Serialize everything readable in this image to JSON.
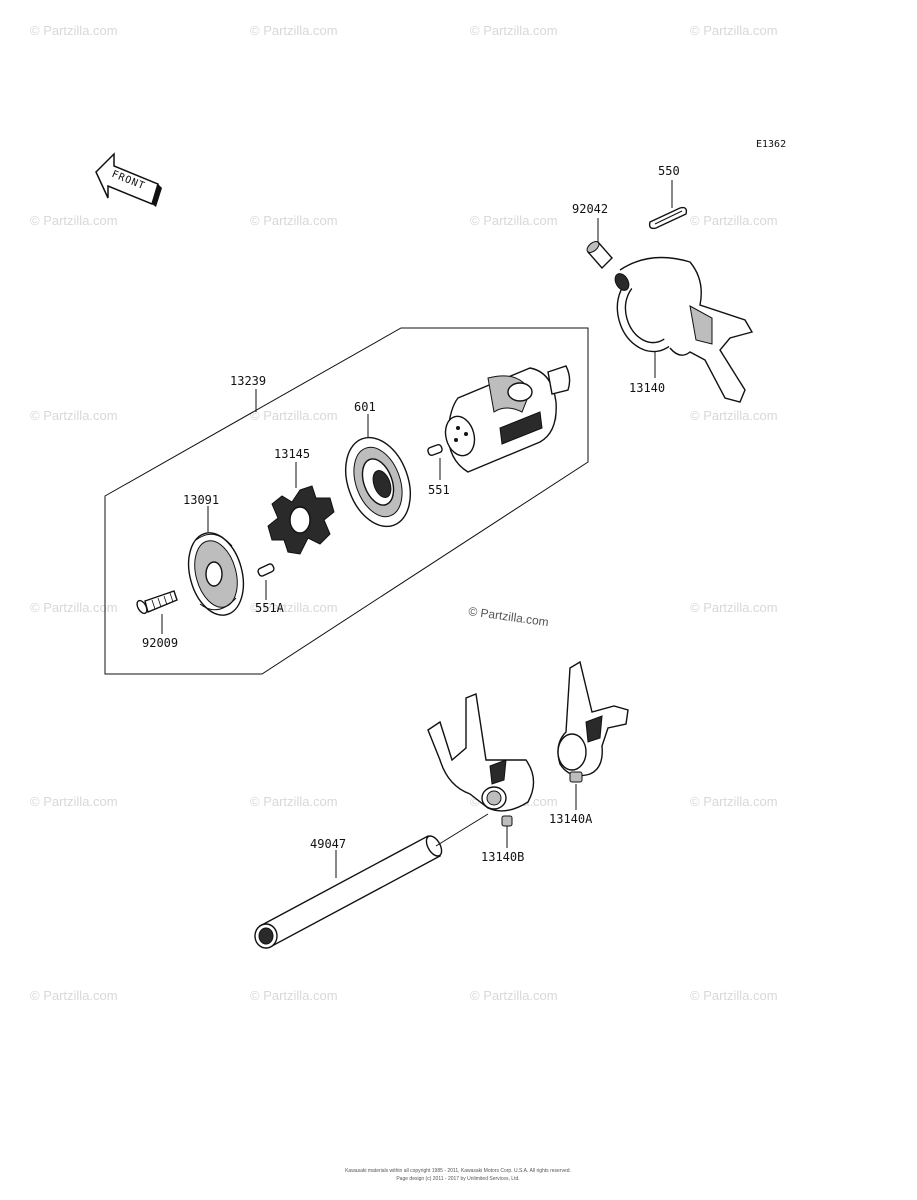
{
  "diagram_code": "E1362",
  "front_label": "FRONT",
  "watermark": "© Partzilla.com",
  "copyright_center": "© Partzilla.com",
  "footer": {
    "line1": "Kawasaki materials within all copyright 1985 - 2011, Kawasaki Motors Corp. U.S.A. All rights reserved.",
    "line2": "Page design (c) 2011 - 2017 by Unlimited Services, Ltd."
  },
  "parts": {
    "p550": "550",
    "p92042": "92042",
    "p13140": "13140",
    "p13239": "13239",
    "p601": "601",
    "p13145": "13145",
    "p551": "551",
    "p13091": "13091",
    "p551A": "551A",
    "p92009": "92009",
    "p49047": "49047",
    "p13140A": "13140A",
    "p13140B": "13140B"
  }
}
